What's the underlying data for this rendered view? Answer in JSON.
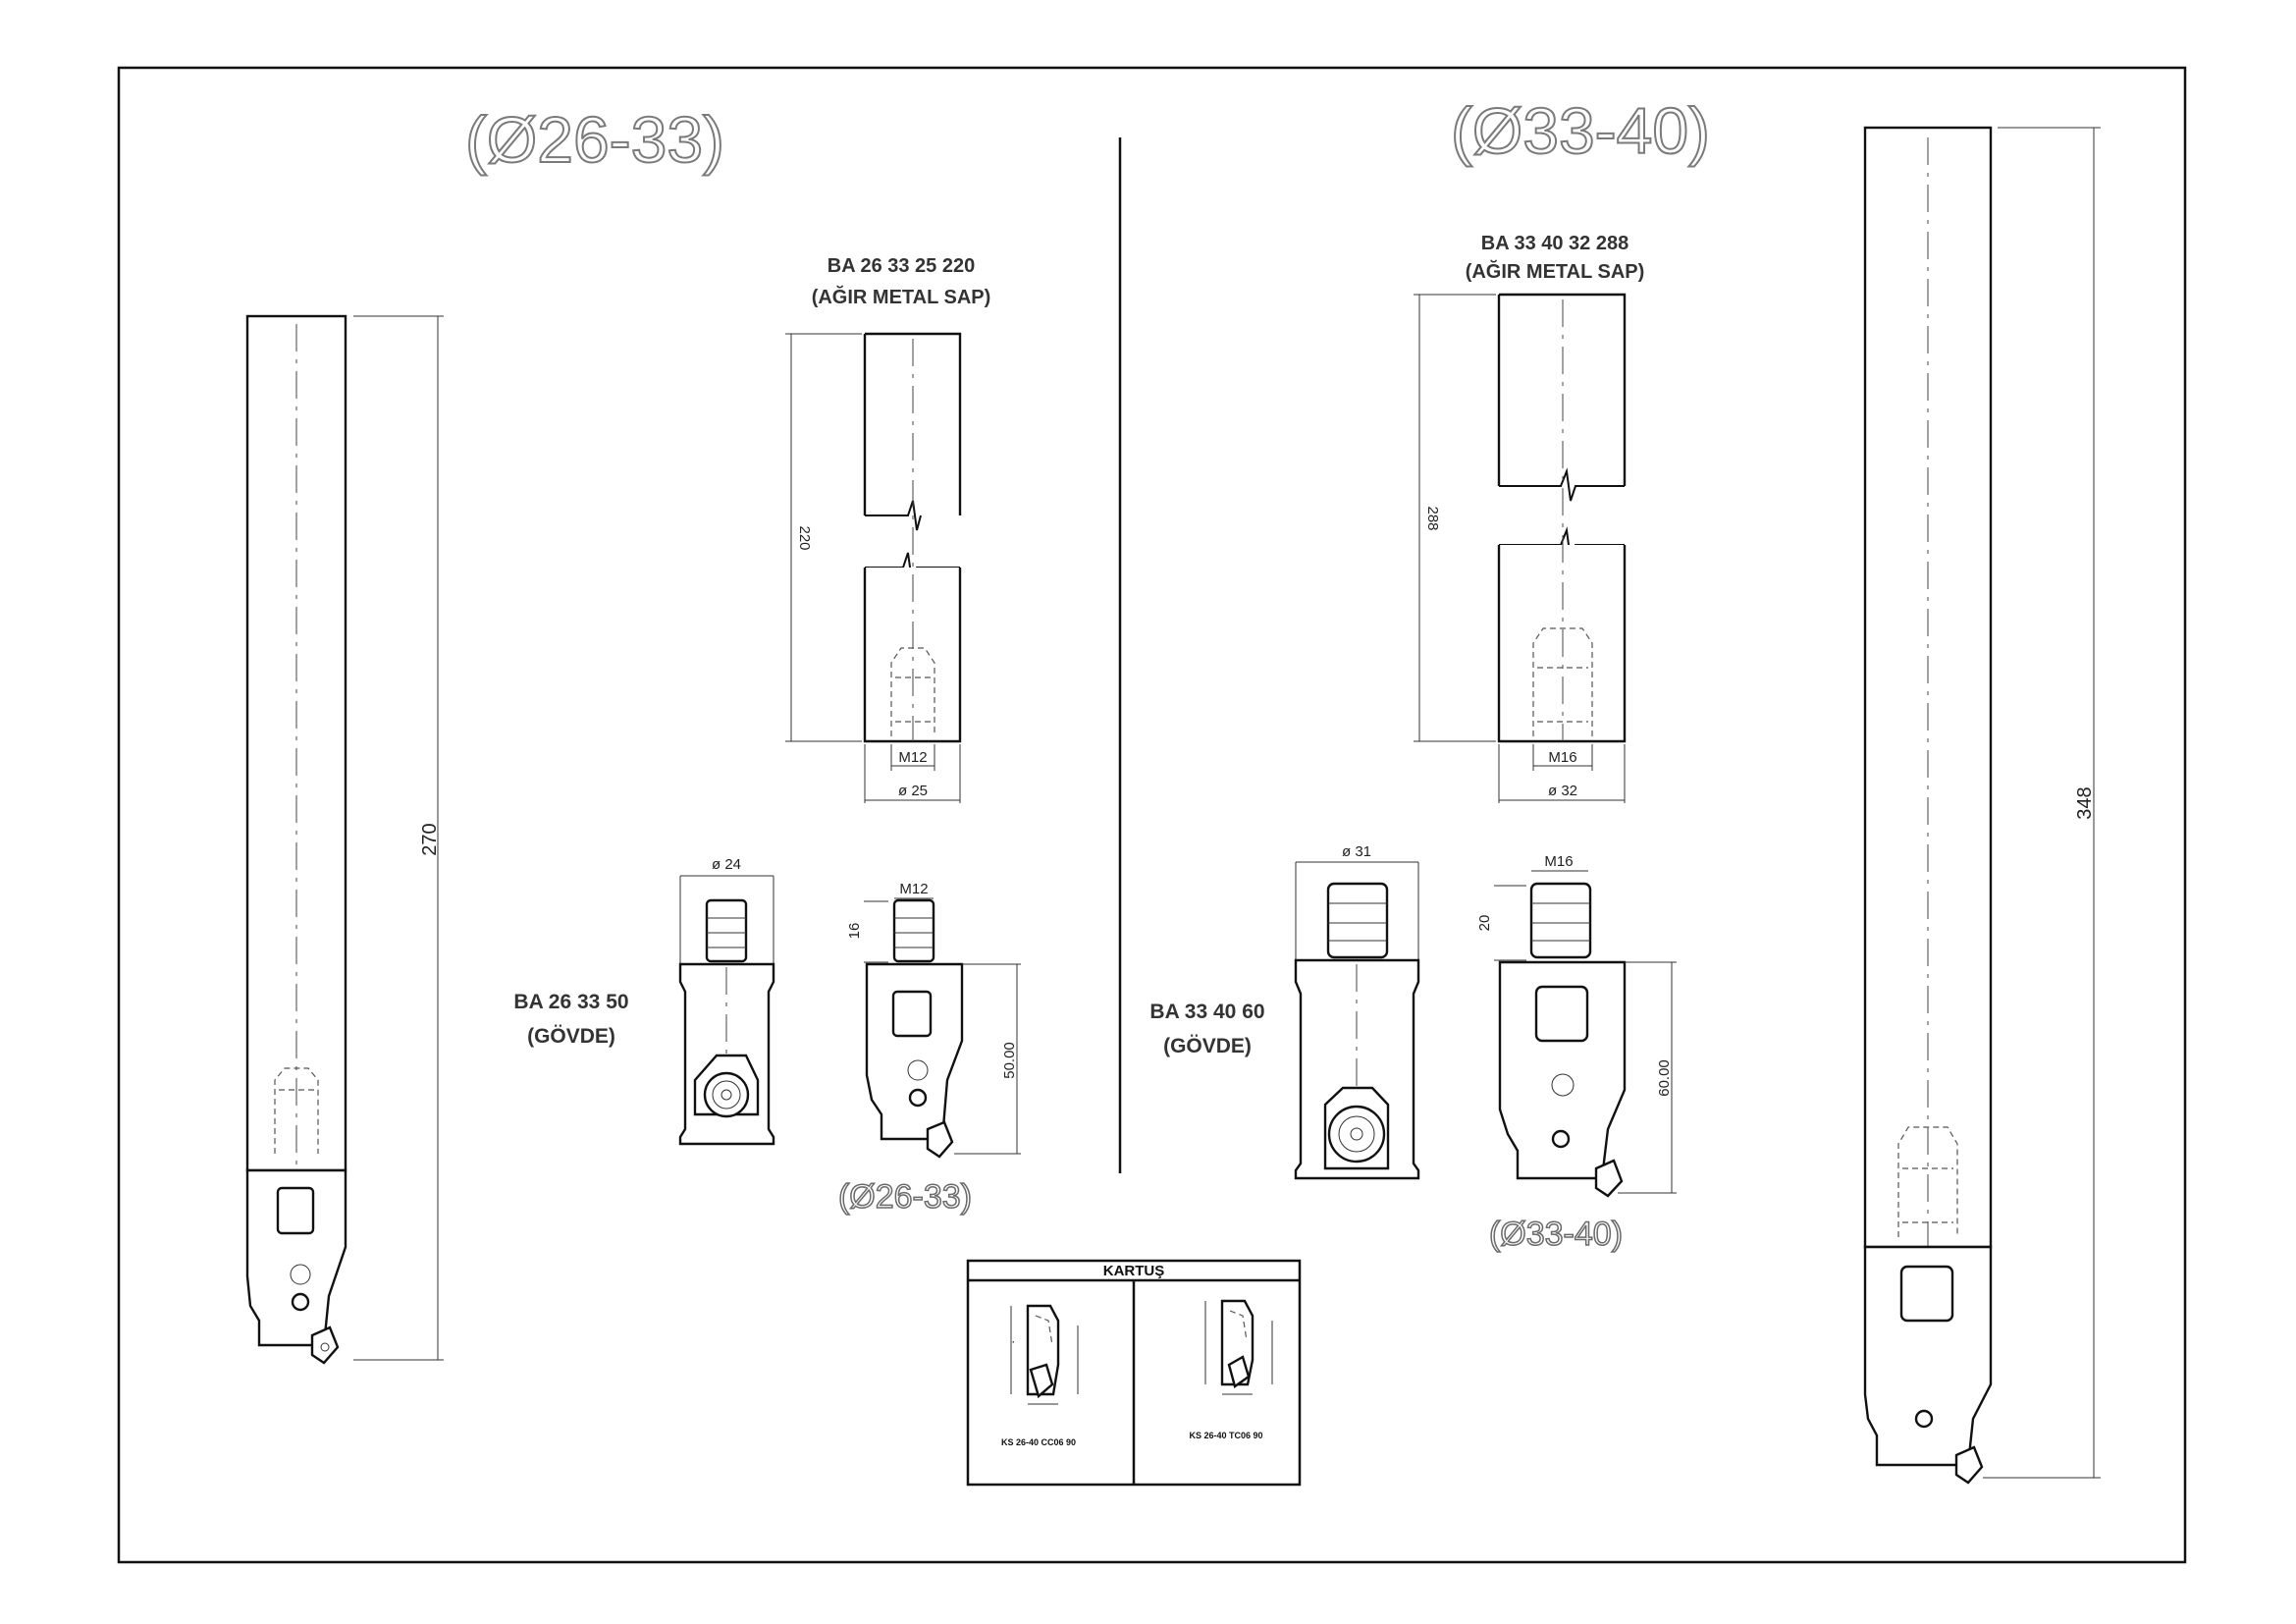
{
  "left_group": {
    "title": "(Ø26-33)",
    "shank_code": "BA 26 33 25 220",
    "shank_desc": "(AĞIR METAL SAP)",
    "body_code": "BA 26 33 50",
    "body_desc": "(GÖVDE)",
    "body_caption": "(Ø26-33)",
    "dims": {
      "full_length": "270",
      "shank_length": "220",
      "shank_thread": "M12",
      "shank_dia": "ø 25",
      "body_dia": "ø 24",
      "body_thread": "M12",
      "thread_len": "16",
      "body_length": "50.00"
    }
  },
  "right_group": {
    "title": "(Ø33-40)",
    "shank_code": "BA 33 40 32 288",
    "shank_desc": "(AĞIR METAL SAP)",
    "body_code": "BA 33 40 60",
    "body_desc": "(GÖVDE)",
    "body_caption": "(Ø33-40)",
    "dims": {
      "full_length": "348",
      "shank_length": "288",
      "shank_thread": "M16",
      "shank_dia": "ø 32",
      "body_dia": "ø 31",
      "body_thread": "M16",
      "thread_len": "20",
      "body_length": "60.00"
    }
  },
  "kartus": {
    "title": "KARTUŞ",
    "items": [
      {
        "code": "KS 26-40 CC06 90"
      },
      {
        "code": "KS 26-40 TC06 90"
      }
    ]
  }
}
